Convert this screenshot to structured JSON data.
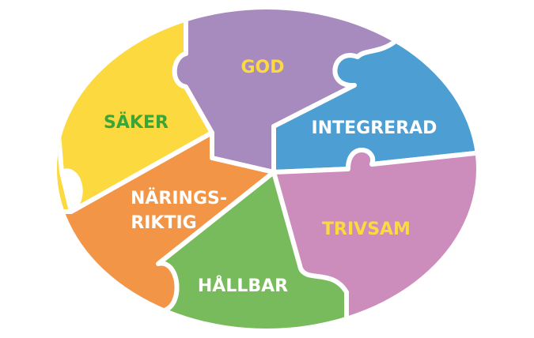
{
  "colors": {
    "sakerPiece": "#fbd93f",
    "sakerText": "#3aa63a",
    "godPiece": "#a78bbf",
    "godText": "#fbd93f",
    "integreradPiece": "#4d9fd3",
    "integreradText": "#ffffff",
    "trivsamPiece": "#cc8dbd",
    "trivsamText": "#fbd93f",
    "hallbarPiece": "#77bb5c",
    "hallbarText": "#ffffff",
    "naringsPiece": "#f29547",
    "naringsText": "#ffffff"
  },
  "labels": {
    "saker": "SÄKER",
    "god": "GOD",
    "integrerad": "INTEGRERAD",
    "trivsam": "TRIVSAM",
    "hallbar": "HÅLLBAR",
    "narings_line1": "NÄRINGS-",
    "narings_line2": "RIKTIG"
  }
}
